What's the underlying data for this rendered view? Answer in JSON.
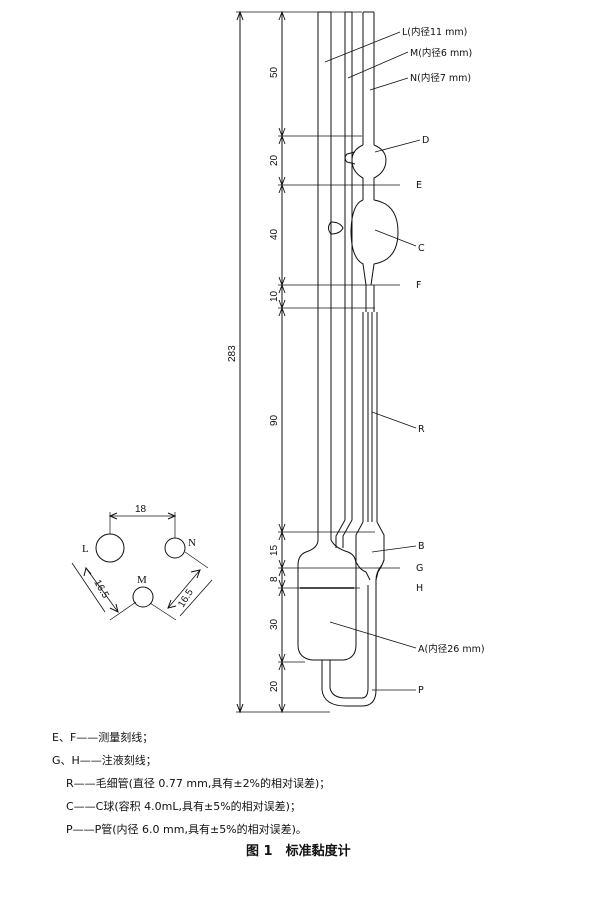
{
  "dimensions": {
    "total": "283",
    "d1": "50",
    "d2": "20",
    "d3": "40",
    "d4": "10",
    "d5": "90",
    "d6": "15",
    "d7": "8",
    "d8": "30",
    "d9": "20",
    "spacing": "18",
    "dist_lm": "16.5",
    "dist_mn": "16.5"
  },
  "labels": {
    "L": "L(内径11 mm)",
    "M": "M(内径6 mm)",
    "N": "N(内径7 mm)",
    "D": "D",
    "E": "E",
    "C": "C",
    "F": "F",
    "R": "R",
    "B": "B",
    "G": "G",
    "H": "H",
    "A": "A(内径26 mm)",
    "P": "P"
  },
  "cross_section": {
    "L": "L",
    "M": "M",
    "N": "N"
  },
  "legend": [
    "E、F——测量刻线；",
    "G、H——注液刻线；",
    "R——毛细管(直径 0.77 mm,具有±2%的相对误差)；",
    "C——C球(容积 4.0mL,具有±5%的相对误差)；",
    "P——P管(内径 6.0 mm,具有±5%的相对误差)。"
  ],
  "caption": "图 1　标准黏度计"
}
